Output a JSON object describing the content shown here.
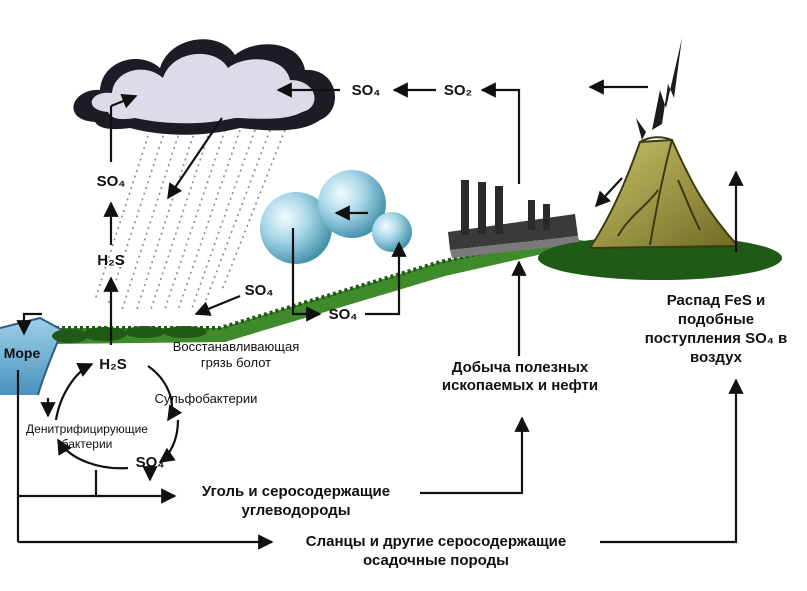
{
  "atmosphere": {
    "cloud_so4": "SO₄",
    "mid_so4": "SO₄",
    "mid_so2": "SO₂",
    "rise_so4": "SO₄",
    "rise_h2s": "H₂S"
  },
  "lowland": {
    "slope_so4": "SO₄",
    "bottom_so4": "SO₄"
  },
  "swamp": {
    "sea": "Море",
    "mud_line1": "Восстанавливающая",
    "mud_line2": "грязь болот",
    "cycle_h2s": "H₂S",
    "sulfobacteria": "Сульфобактерии",
    "denit_line1": "Денитрифицирующие",
    "denit_line2": "бактерии",
    "cycle_so4": "SO₄"
  },
  "mining": {
    "line1": "Добыча полезных",
    "line2": "ископаемых и нефти"
  },
  "volcano": {
    "line1": "Распад FeS и",
    "line2": "подобные",
    "line3": "поступления SO₄ в",
    "line4": "воздух"
  },
  "deposits": {
    "coal_line1": "Уголь и серосодержащие",
    "coal_line2": "углеводороды",
    "shale_line1": "Сланцы и другие серосодержащие",
    "shale_line2": "осадочные породы"
  },
  "colors": {
    "ground_green": "#3f8a2a",
    "grass_dark": "#1f5a16",
    "sea_blue": "#6fb3d6",
    "cloud_grey": "#dcdce8",
    "volcano_olive": "#a39a3c",
    "arrow": "#111111"
  }
}
